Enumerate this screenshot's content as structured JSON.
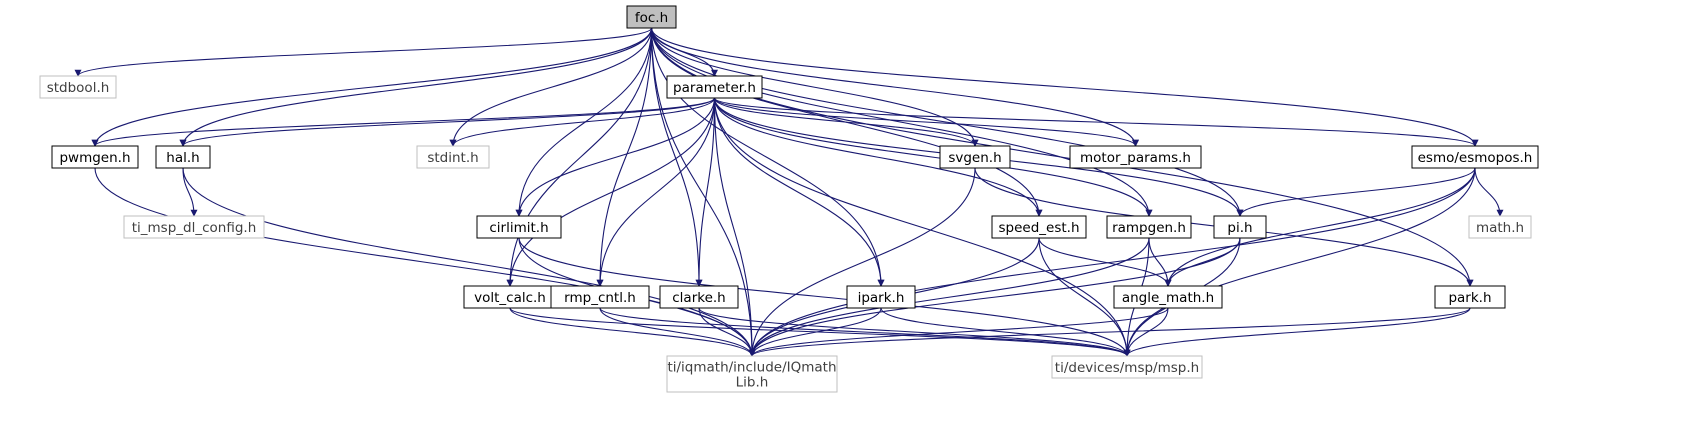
{
  "colors": {
    "edge": "#191970",
    "node_border": "#000000",
    "external_border": "#bfbfbf",
    "root_fill": "#bfbfbf",
    "text": "#000000",
    "external_text": "#404040"
  },
  "nodes": [
    {
      "id": "foc",
      "label": "foc.h",
      "kind": "root"
    },
    {
      "id": "stdbool",
      "label": "stdbool.h",
      "kind": "external"
    },
    {
      "id": "parameter",
      "label": "parameter.h",
      "kind": "local"
    },
    {
      "id": "pwmgen",
      "label": "pwmgen.h",
      "kind": "local"
    },
    {
      "id": "hal",
      "label": "hal.h",
      "kind": "local"
    },
    {
      "id": "stdint",
      "label": "stdint.h",
      "kind": "external"
    },
    {
      "id": "svgen",
      "label": "svgen.h",
      "kind": "local"
    },
    {
      "id": "motorparams",
      "label": "motor_params.h",
      "kind": "local"
    },
    {
      "id": "esmo",
      "label": "esmo/esmopos.h",
      "kind": "local"
    },
    {
      "id": "tidlconfig",
      "label": "ti_msp_dl_config.h",
      "kind": "external"
    },
    {
      "id": "cirlimit",
      "label": "cirlimit.h",
      "kind": "local"
    },
    {
      "id": "speedest",
      "label": "speed_est.h",
      "kind": "local"
    },
    {
      "id": "rampgen",
      "label": "rampgen.h",
      "kind": "local"
    },
    {
      "id": "pi",
      "label": "pi.h",
      "kind": "local"
    },
    {
      "id": "math",
      "label": "math.h",
      "kind": "external"
    },
    {
      "id": "voltcalc",
      "label": "volt_calc.h",
      "kind": "local"
    },
    {
      "id": "rmpcntl",
      "label": "rmp_cntl.h",
      "kind": "local"
    },
    {
      "id": "clarke",
      "label": "clarke.h",
      "kind": "local"
    },
    {
      "id": "ipark",
      "label": "ipark.h",
      "kind": "local"
    },
    {
      "id": "anglemath",
      "label": "angle_math.h",
      "kind": "local"
    },
    {
      "id": "park",
      "label": "park.h",
      "kind": "local"
    },
    {
      "id": "iqmath",
      "label": [
        "ti/iqmath/include/IQmath",
        "Lib.h"
      ],
      "kind": "external"
    },
    {
      "id": "msp",
      "label": "ti/devices/msp/msp.h",
      "kind": "external"
    }
  ],
  "edges": [
    [
      "foc",
      "stdbool"
    ],
    [
      "foc",
      "parameter"
    ],
    [
      "foc",
      "pwmgen"
    ],
    [
      "foc",
      "hal"
    ],
    [
      "foc",
      "stdint"
    ],
    [
      "foc",
      "svgen"
    ],
    [
      "foc",
      "motorparams"
    ],
    [
      "foc",
      "esmo"
    ],
    [
      "foc",
      "cirlimit"
    ],
    [
      "foc",
      "speedest"
    ],
    [
      "foc",
      "rampgen"
    ],
    [
      "foc",
      "pi"
    ],
    [
      "foc",
      "voltcalc"
    ],
    [
      "foc",
      "rmpcntl"
    ],
    [
      "foc",
      "clarke"
    ],
    [
      "foc",
      "ipark"
    ],
    [
      "foc",
      "park"
    ],
    [
      "foc",
      "iqmath"
    ],
    [
      "parameter",
      "pwmgen"
    ],
    [
      "parameter",
      "hal"
    ],
    [
      "parameter",
      "stdint"
    ],
    [
      "parameter",
      "svgen"
    ],
    [
      "parameter",
      "motorparams"
    ],
    [
      "parameter",
      "esmo"
    ],
    [
      "parameter",
      "cirlimit"
    ],
    [
      "parameter",
      "speedest"
    ],
    [
      "parameter",
      "rampgen"
    ],
    [
      "parameter",
      "pi"
    ],
    [
      "parameter",
      "voltcalc"
    ],
    [
      "parameter",
      "rmpcntl"
    ],
    [
      "parameter",
      "clarke"
    ],
    [
      "parameter",
      "ipark"
    ],
    [
      "parameter",
      "iqmath"
    ],
    [
      "parameter",
      "msp"
    ],
    [
      "pwmgen",
      "iqmath"
    ],
    [
      "hal",
      "tidlconfig"
    ],
    [
      "hal",
      "iqmath"
    ],
    [
      "svgen",
      "iqmath"
    ],
    [
      "svgen",
      "park"
    ],
    [
      "esmo",
      "pi"
    ],
    [
      "esmo",
      "math"
    ],
    [
      "esmo",
      "anglemath"
    ],
    [
      "esmo",
      "iqmath"
    ],
    [
      "esmo",
      "msp"
    ],
    [
      "cirlimit",
      "iqmath"
    ],
    [
      "cirlimit",
      "msp"
    ],
    [
      "speedest",
      "anglemath"
    ],
    [
      "speedest",
      "iqmath"
    ],
    [
      "speedest",
      "msp"
    ],
    [
      "rampgen",
      "anglemath"
    ],
    [
      "rampgen",
      "iqmath"
    ],
    [
      "rampgen",
      "msp"
    ],
    [
      "pi",
      "anglemath"
    ],
    [
      "pi",
      "iqmath"
    ],
    [
      "pi",
      "msp"
    ],
    [
      "voltcalc",
      "iqmath"
    ],
    [
      "voltcalc",
      "msp"
    ],
    [
      "rmpcntl",
      "iqmath"
    ],
    [
      "rmpcntl",
      "msp"
    ],
    [
      "clarke",
      "iqmath"
    ],
    [
      "clarke",
      "msp"
    ],
    [
      "ipark",
      "iqmath"
    ],
    [
      "ipark",
      "msp"
    ],
    [
      "anglemath",
      "iqmath"
    ],
    [
      "anglemath",
      "msp"
    ],
    [
      "park",
      "iqmath"
    ],
    [
      "park",
      "msp"
    ]
  ]
}
